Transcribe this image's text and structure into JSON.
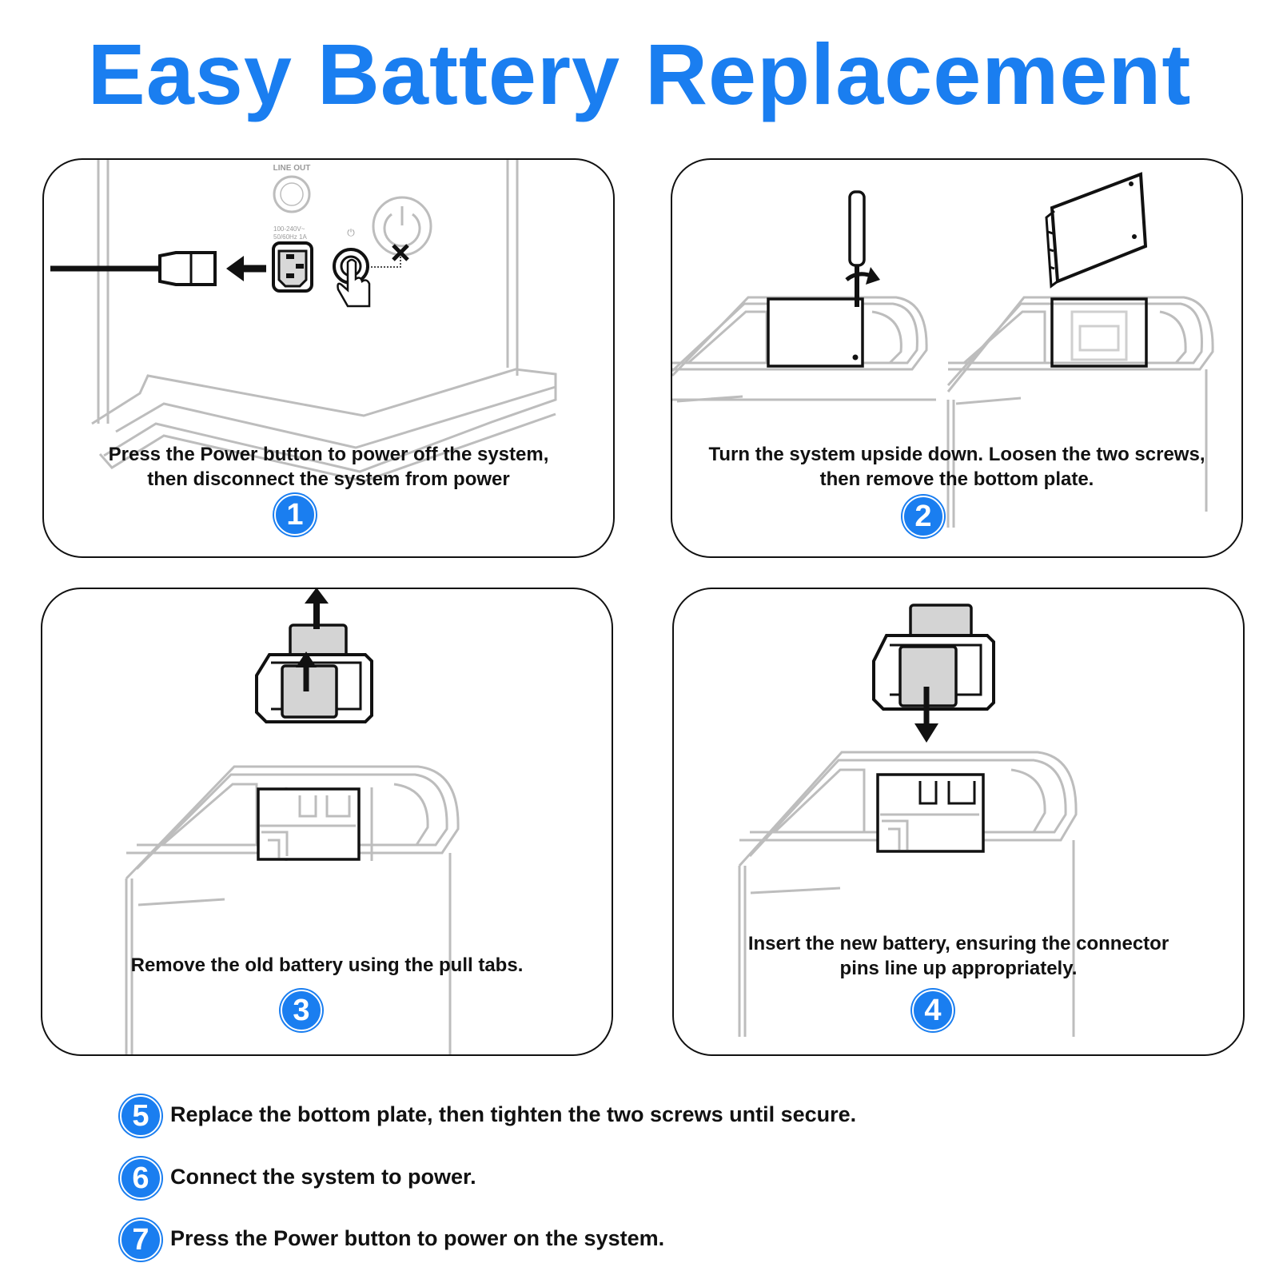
{
  "title": "Easy Battery Replacement",
  "accent_color": "#1a7ef0",
  "panels": [
    {
      "number": "1",
      "caption_lines": [
        "Press the Power button to power off the system,",
        "then disconnect the system from power"
      ],
      "labels": {
        "line_out": "LINE OUT",
        "voltage_line1": "100-240V~",
        "voltage_line2": "50/60Hz 1A"
      },
      "icons": [
        "power-cord-icon",
        "arrow-left-icon",
        "power-socket-icon",
        "power-button-icon",
        "pointing-hand-icon",
        "x-mark-icon"
      ]
    },
    {
      "number": "2",
      "caption_lines": [
        "Turn the system upside down. Loosen the two screws,",
        "then remove the bottom plate."
      ],
      "icons": [
        "screwdriver-icon",
        "rotate-arrow-icon",
        "bottom-plate-icon"
      ]
    },
    {
      "number": "3",
      "caption_lines": [
        "Remove the old battery using the pull tabs."
      ],
      "icons": [
        "battery-icon",
        "arrow-up-icon"
      ]
    },
    {
      "number": "4",
      "caption_lines": [
        "Insert the new battery, ensuring the connector",
        "pins line up appropriately."
      ],
      "icons": [
        "battery-icon",
        "arrow-down-icon"
      ]
    }
  ],
  "steps": [
    {
      "number": "5",
      "text": "Replace the bottom plate, then tighten the two screws until secure."
    },
    {
      "number": "6",
      "text": "Connect the system to power."
    },
    {
      "number": "7",
      "text": "Press the Power button to power on the system."
    }
  ]
}
